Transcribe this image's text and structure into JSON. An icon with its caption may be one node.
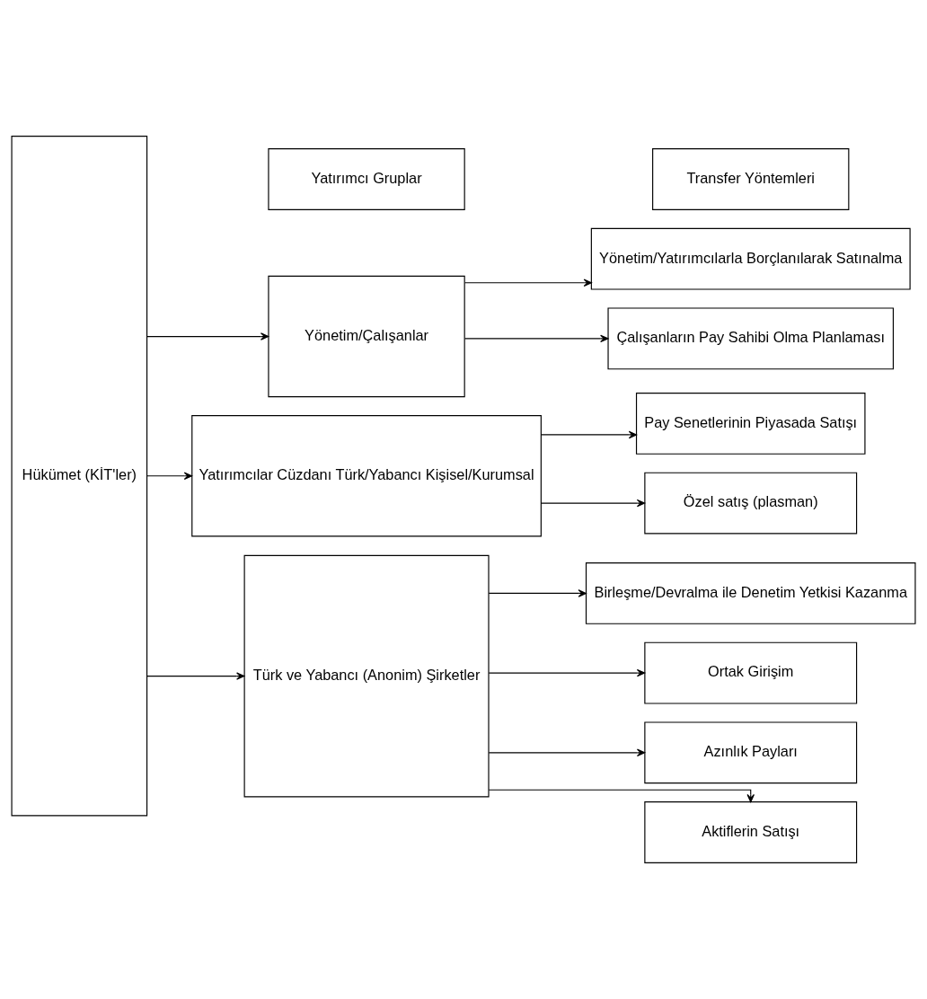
{
  "diagram": {
    "nodes": [
      {
        "text": [
          "Hükümet (KİT'ler)"
        ]
      },
      {
        "text": [
          "Yatırımcı Gruplar"
        ]
      },
      {
        "text": [
          "Transfer Yöntemleri"
        ]
      },
      {
        "text": [
          "Yönetim/Çalışanlar"
        ]
      },
      {
        "text": [
          "Yönetim/Yatırımcılarla Borçlanılarak Satınalma"
        ]
      },
      {
        "text": [
          "Çalışanların Pay Sahibi Olma Planlaması"
        ]
      },
      {
        "text": [
          "Yatırımcılar Cüzdanı Türk/Yabancı Kişisel/Kurumsal"
        ]
      },
      {
        "text": [
          "Pay Senetlerinin Piyasada Satışı"
        ]
      },
      {
        "text": [
          "Özel satış (plasman)"
        ]
      },
      {
        "text": [
          "Türk ve Yabancı (Anonim) Şirketler"
        ]
      },
      {
        "text": [
          "Birleşme/Devralma ile Denetim Yetkisi Kazanma"
        ]
      },
      {
        "text": [
          "Ortak Girişim"
        ]
      },
      {
        "text": [
          "Azınlık Payları"
        ]
      },
      {
        "text": [
          "Aktiflerin Satışı"
        ]
      }
    ],
    "edges": [
      {
        "from": 0,
        "to": 3,
        "arrow": "to"
      },
      {
        "from": 0,
        "to": 6,
        "arrow": "to"
      },
      {
        "from": 0,
        "to": 9,
        "arrow": "to"
      },
      {
        "from": 3,
        "to": 4,
        "arrow": "to"
      },
      {
        "from": 3,
        "to": 5,
        "arrow": "to"
      },
      {
        "from": 6,
        "to": 7,
        "arrow": "to"
      },
      {
        "from": 6,
        "to": 8,
        "arrow": "to"
      },
      {
        "from": 9,
        "to": 10,
        "arrow": "to"
      },
      {
        "from": 9,
        "to": 11,
        "arrow": "to"
      },
      {
        "from": 9,
        "to": 12,
        "arrow": "to"
      },
      {
        "from": 9,
        "to": 13,
        "arrow": "to"
      }
    ]
  }
}
